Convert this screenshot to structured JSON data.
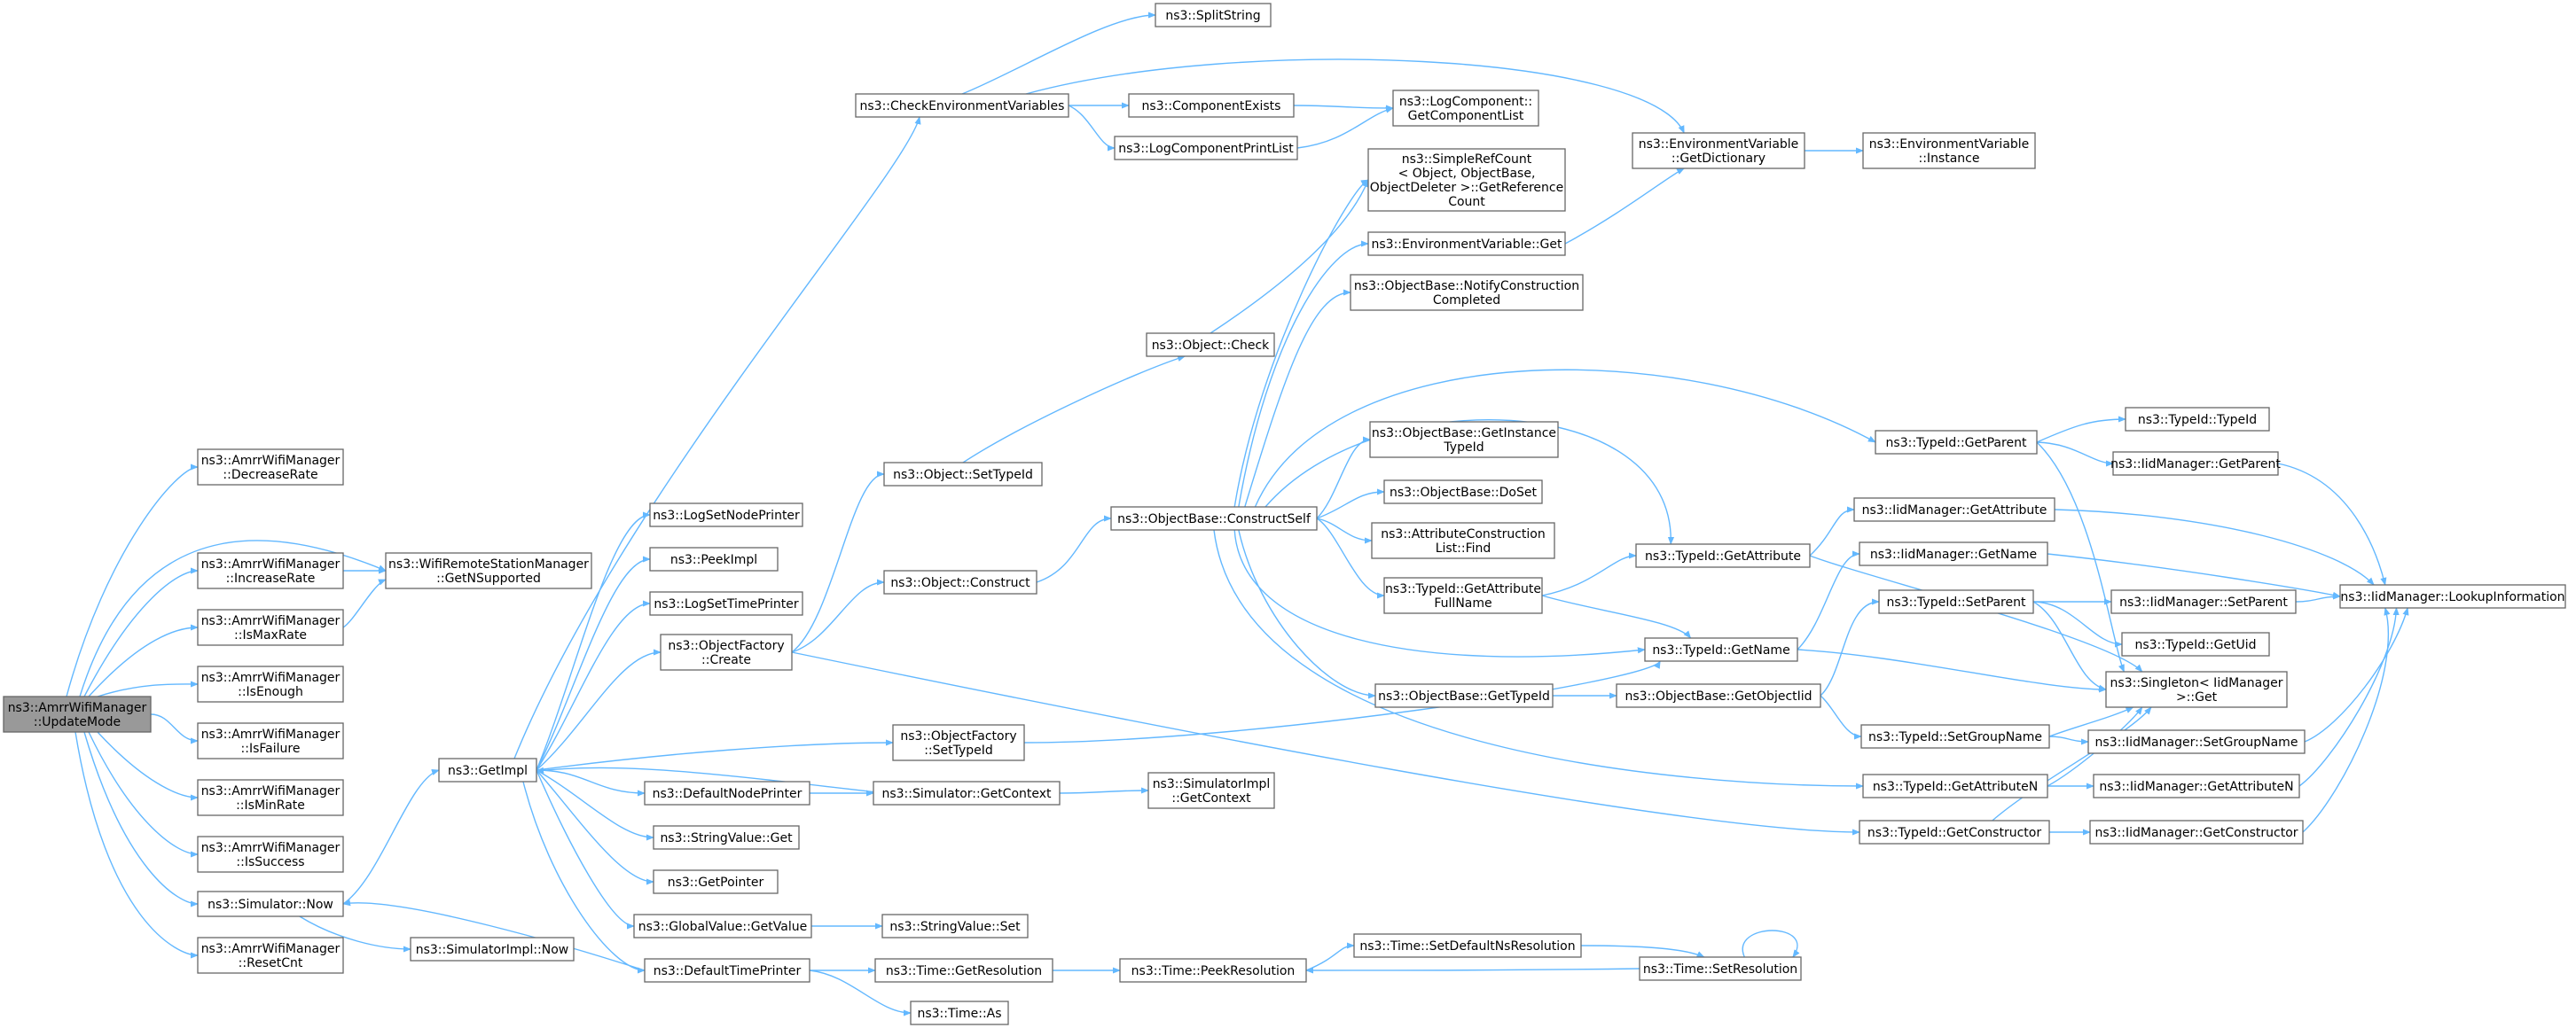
{
  "nodes": [
    {
      "id": "updateMode",
      "lines": [
        "ns3::AmrrWifiManager",
        "::UpdateMode"
      ],
      "root": true
    },
    {
      "id": "decreaseRate",
      "lines": [
        "ns3::AmrrWifiManager",
        "::DecreaseRate"
      ]
    },
    {
      "id": "increaseRate",
      "lines": [
        "ns3::AmrrWifiManager",
        "::IncreaseRate"
      ]
    },
    {
      "id": "isMaxRate",
      "lines": [
        "ns3::AmrrWifiManager",
        "::IsMaxRate"
      ]
    },
    {
      "id": "isEnough",
      "lines": [
        "ns3::AmrrWifiManager",
        "::IsEnough"
      ]
    },
    {
      "id": "isFailure",
      "lines": [
        "ns3::AmrrWifiManager",
        "::IsFailure"
      ]
    },
    {
      "id": "isMinRate",
      "lines": [
        "ns3::AmrrWifiManager",
        "::IsMinRate"
      ]
    },
    {
      "id": "isSuccess",
      "lines": [
        "ns3::AmrrWifiManager",
        "::IsSuccess"
      ]
    },
    {
      "id": "simNow",
      "lines": [
        "ns3::Simulator::Now"
      ]
    },
    {
      "id": "resetCnt",
      "lines": [
        "ns3::AmrrWifiManager",
        "::ResetCnt"
      ]
    },
    {
      "id": "getNSupported",
      "lines": [
        "ns3::WifiRemoteStationManager",
        "::GetNSupported"
      ]
    },
    {
      "id": "getImpl",
      "lines": [
        "ns3::GetImpl"
      ]
    },
    {
      "id": "simImplNow",
      "lines": [
        "ns3::SimulatorImpl::Now"
      ]
    },
    {
      "id": "logSetNodePrinter",
      "lines": [
        "ns3::LogSetNodePrinter"
      ]
    },
    {
      "id": "peekImpl",
      "lines": [
        "ns3::PeekImpl"
      ]
    },
    {
      "id": "logSetTimePrinter",
      "lines": [
        "ns3::LogSetTimePrinter"
      ]
    },
    {
      "id": "objFactoryCreate",
      "lines": [
        "ns3::ObjectFactory",
        "::Create"
      ]
    },
    {
      "id": "defaultNodePrinter",
      "lines": [
        "ns3::DefaultNodePrinter"
      ]
    },
    {
      "id": "stringValueGet",
      "lines": [
        "ns3::StringValue::Get"
      ]
    },
    {
      "id": "getPointer",
      "lines": [
        "ns3::GetPointer"
      ]
    },
    {
      "id": "globalValueGetValue",
      "lines": [
        "ns3::GlobalValue::GetValue"
      ]
    },
    {
      "id": "defaultTimePrinter",
      "lines": [
        "ns3::DefaultTimePrinter"
      ]
    },
    {
      "id": "checkEnvVars",
      "lines": [
        "ns3::CheckEnvironmentVariables"
      ]
    },
    {
      "id": "objSetTypeId",
      "lines": [
        "ns3::Object::SetTypeId"
      ]
    },
    {
      "id": "objConstruct",
      "lines": [
        "ns3::Object::Construct"
      ]
    },
    {
      "id": "objFactorySetTypeId",
      "lines": [
        "ns3::ObjectFactory",
        "::SetTypeId"
      ]
    },
    {
      "id": "simGetContext",
      "lines": [
        "ns3::Simulator::GetContext"
      ]
    },
    {
      "id": "stringValueSet",
      "lines": [
        "ns3::StringValue::Set"
      ]
    },
    {
      "id": "timeGetResolution",
      "lines": [
        "ns3::Time::GetResolution"
      ]
    },
    {
      "id": "timeAs",
      "lines": [
        "ns3::Time::As"
      ]
    },
    {
      "id": "splitString",
      "lines": [
        "ns3::SplitString"
      ]
    },
    {
      "id": "componentExists",
      "lines": [
        "ns3::ComponentExists"
      ]
    },
    {
      "id": "logComponentPrintList",
      "lines": [
        "ns3::LogComponentPrintList"
      ]
    },
    {
      "id": "objCheck",
      "lines": [
        "ns3::Object::Check"
      ]
    },
    {
      "id": "objBaseConstructSelf",
      "lines": [
        "ns3::ObjectBase::ConstructSelf"
      ]
    },
    {
      "id": "simImplGetContext",
      "lines": [
        "ns3::SimulatorImpl",
        "::GetContext"
      ]
    },
    {
      "id": "timePeekResolution",
      "lines": [
        "ns3::Time::PeekResolution"
      ]
    },
    {
      "id": "logComponentGetList",
      "lines": [
        "ns3::LogComponent::",
        "GetComponentList"
      ]
    },
    {
      "id": "simpleRefCount",
      "lines": [
        "ns3::SimpleRefCount",
        "< Object, ObjectBase,",
        "ObjectDeleter >::GetReference",
        "Count"
      ]
    },
    {
      "id": "envVarGet",
      "lines": [
        "ns3::EnvironmentVariable::Get"
      ]
    },
    {
      "id": "objBaseNotify",
      "lines": [
        "ns3::ObjectBase::NotifyConstruction",
        "Completed"
      ]
    },
    {
      "id": "objBaseGetInstanceTypeId",
      "lines": [
        "ns3::ObjectBase::GetInstance",
        "TypeId"
      ]
    },
    {
      "id": "objBaseDoSet",
      "lines": [
        "ns3::ObjectBase::DoSet"
      ]
    },
    {
      "id": "attrConstructionListFind",
      "lines": [
        "ns3::AttributeConstruction",
        "List::Find"
      ]
    },
    {
      "id": "typeIdGetAttrFullName",
      "lines": [
        "ns3::TypeId::GetAttribute",
        "FullName"
      ]
    },
    {
      "id": "objBaseGetTypeId",
      "lines": [
        "ns3::ObjectBase::GetTypeId"
      ]
    },
    {
      "id": "timeSetDefaultNsRes",
      "lines": [
        "ns3::Time::SetDefaultNsResolution"
      ]
    },
    {
      "id": "envVarGetDict",
      "lines": [
        "ns3::EnvironmentVariable",
        "::GetDictionary"
      ]
    },
    {
      "id": "typeIdGetAttribute",
      "lines": [
        "ns3::TypeId::GetAttribute"
      ]
    },
    {
      "id": "typeIdGetName",
      "lines": [
        "ns3::TypeId::GetName"
      ]
    },
    {
      "id": "objBaseGetObjectIid",
      "lines": [
        "ns3::ObjectBase::GetObjectIid"
      ]
    },
    {
      "id": "timeSetResolution",
      "lines": [
        "ns3::Time::SetResolution"
      ]
    },
    {
      "id": "envVarInstance",
      "lines": [
        "ns3::EnvironmentVariable",
        "::Instance"
      ]
    },
    {
      "id": "typeIdGetParent",
      "lines": [
        "ns3::TypeId::GetParent"
      ]
    },
    {
      "id": "iidMgrGetAttribute",
      "lines": [
        "ns3::IidManager::GetAttribute"
      ]
    },
    {
      "id": "iidMgrGetName",
      "lines": [
        "ns3::IidManager::GetName"
      ]
    },
    {
      "id": "typeIdSetParent",
      "lines": [
        "ns3::TypeId::SetParent"
      ]
    },
    {
      "id": "typeIdSetGroupName",
      "lines": [
        "ns3::TypeId::SetGroupName"
      ]
    },
    {
      "id": "typeIdGetAttributeN",
      "lines": [
        "ns3::TypeId::GetAttributeN"
      ]
    },
    {
      "id": "typeIdGetConstructor",
      "lines": [
        "ns3::TypeId::GetConstructor"
      ]
    },
    {
      "id": "typeIdTypeId",
      "lines": [
        "ns3::TypeId::TypeId"
      ]
    },
    {
      "id": "iidMgrGetParent",
      "lines": [
        "ns3::IidManager::GetParent"
      ]
    },
    {
      "id": "iidMgrSetParent",
      "lines": [
        "ns3::IidManager::SetParent"
      ]
    },
    {
      "id": "typeIdGetUid",
      "lines": [
        "ns3::TypeId::GetUid"
      ]
    },
    {
      "id": "singletonGet",
      "lines": [
        "ns3::Singleton< IidManager",
        ">::Get"
      ]
    },
    {
      "id": "iidMgrSetGroupName",
      "lines": [
        "ns3::IidManager::SetGroupName"
      ]
    },
    {
      "id": "iidMgrGetAttributeN",
      "lines": [
        "ns3::IidManager::GetAttributeN"
      ]
    },
    {
      "id": "iidMgrGetConstructor",
      "lines": [
        "ns3::IidManager::GetConstructor"
      ]
    },
    {
      "id": "iidMgrLookup",
      "lines": [
        "ns3::IidManager::LookupInformation"
      ]
    }
  ]
}
